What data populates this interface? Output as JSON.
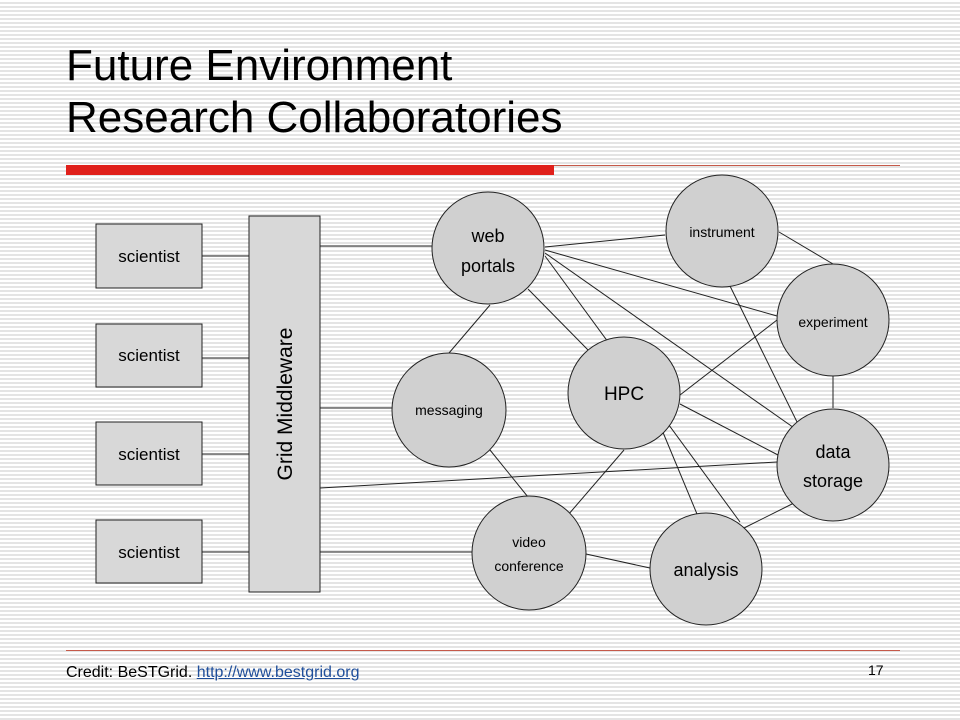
{
  "slide": {
    "title_line1": "Future Environment",
    "title_line2": "Research Collaboratories",
    "credit_prefix": "Credit: BeSTGrid.",
    "credit_link": "http://www.bestgrid.org",
    "page_number": "17"
  },
  "diagram": {
    "scientists": [
      "scientist",
      "scientist",
      "scientist",
      "scientist"
    ],
    "middleware_label": "Grid Middleware",
    "nodes": {
      "web_portals": [
        "web",
        "portals"
      ],
      "messaging": "messaging",
      "hpc": "HPC",
      "video_conference": [
        "video",
        "conference"
      ],
      "analysis": "analysis",
      "instrument": "instrument",
      "experiment": "experiment",
      "data_storage": [
        "data",
        "storage"
      ]
    }
  },
  "colors": {
    "box_fill": "#d8d8d8",
    "node_fill": "#d0d0d0",
    "accent_red": "#e0201b",
    "link_blue": "#1f4e9a"
  }
}
